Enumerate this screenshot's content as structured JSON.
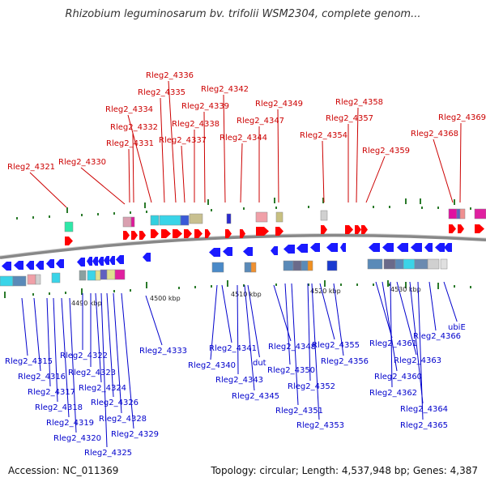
{
  "title": "Rhizobium leguminosarum bv. trifolii WSM2304, complete genom...",
  "footer": {
    "accession": "Accession: NC_011369",
    "summary": "Topology: circular; Length: 4,537,948 bp; Genes: 4,387"
  },
  "kbp_ticks": [
    "4490 kbp",
    "4500 kbp",
    "4510 kbp",
    "4520 kbp",
    "4530 kbp"
  ],
  "top_labels": [
    "Rleg2_4321",
    "Rleg2_4330",
    "Rleg2_4331",
    "Rleg2_4332",
    "Rleg2_4334",
    "Rleg2_4335",
    "Rleg2_4336",
    "Rleg2_4337",
    "Rleg2_4338",
    "Rleg2_4339",
    "Rleg2_4342",
    "Rleg2_4344",
    "Rleg2_4347",
    "Rleg2_4349",
    "Rleg2_4354",
    "Rleg2_4357",
    "Rleg2_4358",
    "Rleg2_4359",
    "Rleg2_4368",
    "Rleg2_4369"
  ],
  "bottom_labels": [
    "Rleg2_4315",
    "Rleg2_4316",
    "Rleg2_4317",
    "Rleg2_4318",
    "Rleg2_4319",
    "Rleg2_4320",
    "Rleg2_4322",
    "Rleg2_4323",
    "Rleg2_4324",
    "Rleg2_4325",
    "Rleg2_4326",
    "Rleg2_4328",
    "Rleg2_4329",
    "Rleg2_4333",
    "Rleg2_4340",
    "Rleg2_4341",
    "dut",
    "Rleg2_4343",
    "Rleg2_4345",
    "Rleg2_4348",
    "Rleg2_4350",
    "Rleg2_4351",
    "Rleg2_4352",
    "Rleg2_4353",
    "Rleg2_4355",
    "Rleg2_4356",
    "Rleg2_4361",
    "Rleg2_4360",
    "Rleg2_4363",
    "Rleg2_4362",
    "Rleg2_4364",
    "Rleg2_4365",
    "Rleg2_4366",
    "ubiE"
  ],
  "colors": {
    "forward": "#ff0000",
    "reverse": "#1a1aff",
    "forward_label": "#cc0000",
    "reverse_label": "#0000cc",
    "backbone": "#888888"
  }
}
